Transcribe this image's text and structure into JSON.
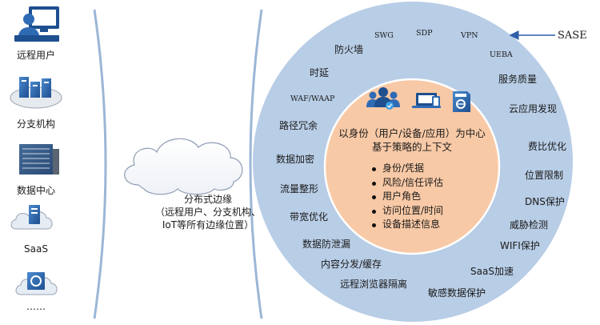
{
  "left_column": {
    "items": [
      {
        "label": "远程用户",
        "icon": "remote-user-icon"
      },
      {
        "label": "分支机构",
        "icon": "branch-office-icon"
      },
      {
        "label": "数据中心",
        "icon": "data-center-icon"
      },
      {
        "label": "SaaS",
        "icon": "saas-icon"
      },
      {
        "label": "……",
        "icon": "application-icon"
      }
    ]
  },
  "cloud": {
    "line1": "分布式边缘",
    "line2": "（远程用户、分支机构、",
    "line3": "IoT等所有边缘位置）"
  },
  "sase_label": "SASE",
  "ring_items": {
    "swg": "SWG",
    "sdp": "SDP",
    "vpn": "VPN",
    "ueba": "UEBA",
    "firewall": "防火墙",
    "service_quality": "服务质量",
    "latency": "时延",
    "cloud_discovery": "云应用发现",
    "waf": "WAF/WAAP",
    "path_redundancy": "路径冗余",
    "cost_opt": "费比优化",
    "encryption": "数据加密",
    "geo_limit": "位置限制",
    "traffic_shaping": "流量整形",
    "dns_protect": "DNS保护",
    "bandwidth_opt": "带宽优化",
    "threat_detect": "威胁检测",
    "dlp": "数据防泄漏",
    "wifi_protect": "WIFI保护",
    "content_cache": "内容分发/缓存",
    "saas_accel": "SaaS加速",
    "rbi": "远程浏览器隔离",
    "sensitive_data": "敏感数据保护"
  },
  "core": {
    "title_line1": "以身份（用户/设备/应用）为中心",
    "title_line2": "基于策略的上下文",
    "bullets": [
      "身份/凭据",
      "风险/信任评估",
      "用户角色",
      "访问位置/时间",
      "设备描述信息"
    ]
  },
  "colors": {
    "outer_ring": "#b8cde6",
    "inner_core": "#f8c9a6",
    "inner_border": "#ffffff",
    "bracket": "#9cb6d6",
    "icon_blue": "#2f6bb5",
    "arrow": "#2f5fa8"
  }
}
